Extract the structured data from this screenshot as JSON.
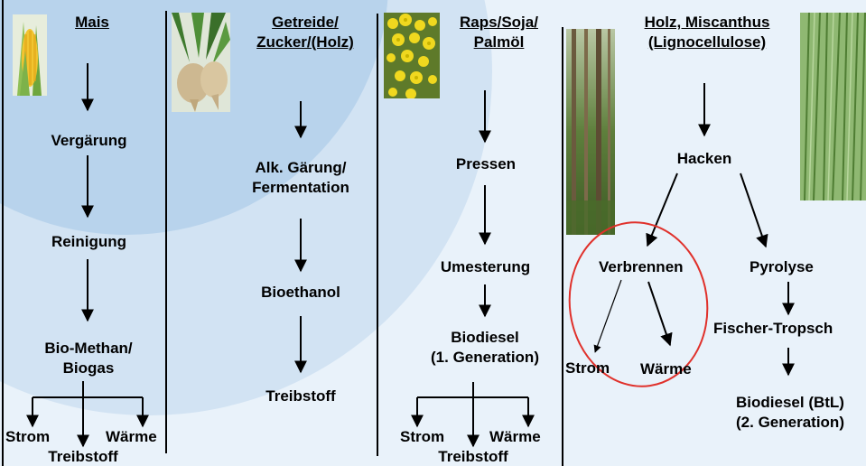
{
  "columns": [
    {
      "key": "mais",
      "heading": [
        "Mais"
      ],
      "steps": [
        "Vergärung",
        "Reinigung",
        [
          "Bio-Methan/",
          "Biogas"
        ]
      ],
      "outputs": [
        "Strom",
        "Wärme",
        "Treibstoff"
      ]
    },
    {
      "key": "getreide",
      "heading": [
        "Getreide/",
        "Zucker/(Holz)"
      ],
      "steps": [
        [
          "Alk. Gärung/",
          "Fermentation"
        ],
        "Bioethanol",
        "Treibstoff"
      ]
    },
    {
      "key": "raps",
      "heading": [
        "Raps/Soja/",
        "Palmöl"
      ],
      "steps": [
        "Pressen",
        "Umesterung",
        [
          "Biodiesel",
          "(1. Generation)"
        ]
      ],
      "outputs": [
        "Strom",
        "Wärme",
        "Treibstoff"
      ]
    },
    {
      "key": "holz",
      "heading": [
        "Holz, Miscanthus",
        "(Lignocellulose)"
      ],
      "steps": [
        "Hacken"
      ],
      "left_branch": {
        "step": "Verbrennen",
        "outputs": [
          "Strom",
          "Wärme"
        ]
      },
      "right_branch": {
        "steps": [
          "Pyrolyse",
          "Fischer-Tropsch",
          [
            "Biodiesel (BtL)",
            "(2. Generation)"
          ]
        ]
      }
    }
  ],
  "highlight_color": "#e0312b",
  "images": [
    "corn-photo",
    "sugar-beet-photo",
    "rapeseed-flower-photo",
    "forest-photo",
    "miscanthus-photo"
  ]
}
